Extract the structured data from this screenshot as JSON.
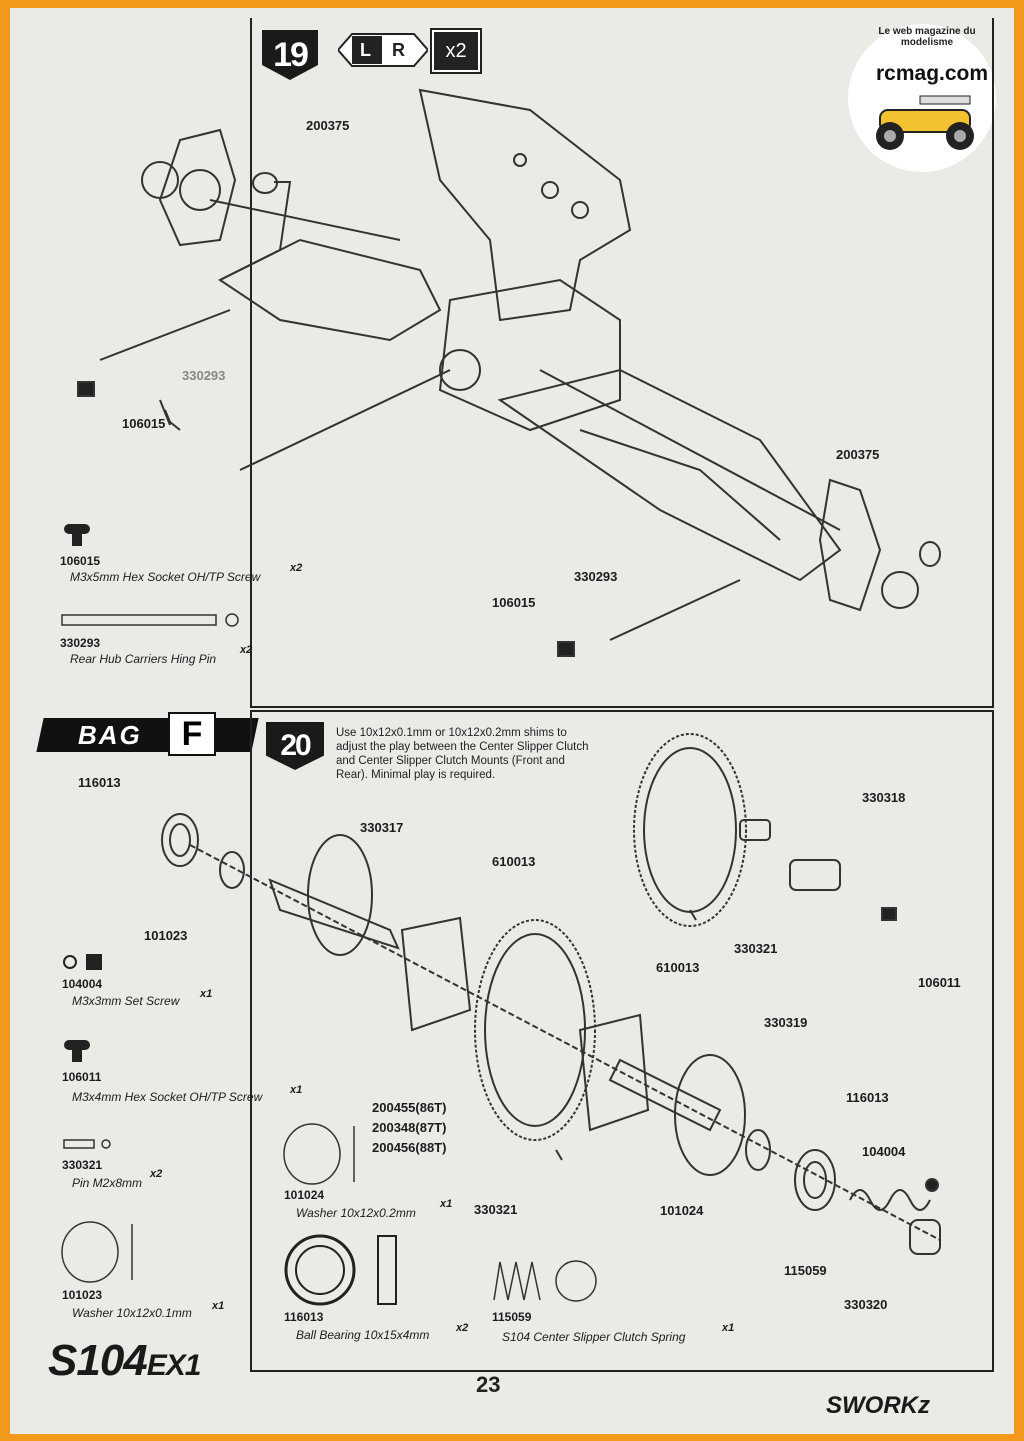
{
  "step19": {
    "number": "19",
    "lr_left": "L",
    "lr_right": "R",
    "multiplier": "x2",
    "callouts": [
      "200375",
      "330293",
      "106015",
      "200375",
      "330293",
      "106015"
    ],
    "parts": [
      {
        "pn": "106015",
        "name": "M3x5mm Hex Socket OH/TP Screw",
        "qty": "x2"
      },
      {
        "pn": "330293",
        "name": "Rear Hub Carriers Hing Pin",
        "qty": "x2"
      }
    ]
  },
  "bag": {
    "label": "BAG",
    "letter": "F"
  },
  "step20": {
    "number": "20",
    "note": "Use 10x12x0.1mm or 10x12x0.2mm shims to adjust the play between the Center Slipper Clutch and Center Slipper Clutch Mounts (Front and Rear). Minimal play is required.",
    "callouts": {
      "c1": "116013",
      "c2": "330317",
      "c3": "101023",
      "c4": "610013",
      "c5": "330318",
      "c6": "330321",
      "c7": "106011",
      "c8": "610013",
      "c9": "330319",
      "c10": "200455(86T)",
      "c11": "200348(87T)",
      "c12": "200456(88T)",
      "c13": "116013",
      "c14": "104004",
      "c15": "330321",
      "c16": "101024",
      "c17": "115059",
      "c18": "330320"
    },
    "parts": [
      {
        "pn": "104004",
        "name": "M3x3mm Set Screw",
        "qty": "x1"
      },
      {
        "pn": "106011",
        "name": "M3x4mm Hex Socket OH/TP Screw",
        "qty": "x1"
      },
      {
        "pn": "330321",
        "name": "Pin M2x8mm",
        "qty": "x2"
      },
      {
        "pn": "101023",
        "name": "Washer 10x12x0.1mm",
        "qty": "x1"
      },
      {
        "pn": "101024",
        "name": "Washer 10x12x0.2mm",
        "qty": "x1"
      },
      {
        "pn": "116013",
        "name": "Ball Bearing 10x15x4mm",
        "qty": "x2"
      },
      {
        "pn": "115059",
        "name": "S104 Center Slipper Clutch Spring",
        "qty": "x1"
      }
    ]
  },
  "page_number": "23",
  "brand": "S104",
  "brand_sub": "EX1",
  "maker": "SWORKz",
  "watermark": {
    "tagline": "Le web magazine du modelisme",
    "site": "rcmag.com"
  },
  "colors": {
    "border": "#f39a1c",
    "paper": "#eceae6",
    "ink": "#1c1c1c"
  }
}
